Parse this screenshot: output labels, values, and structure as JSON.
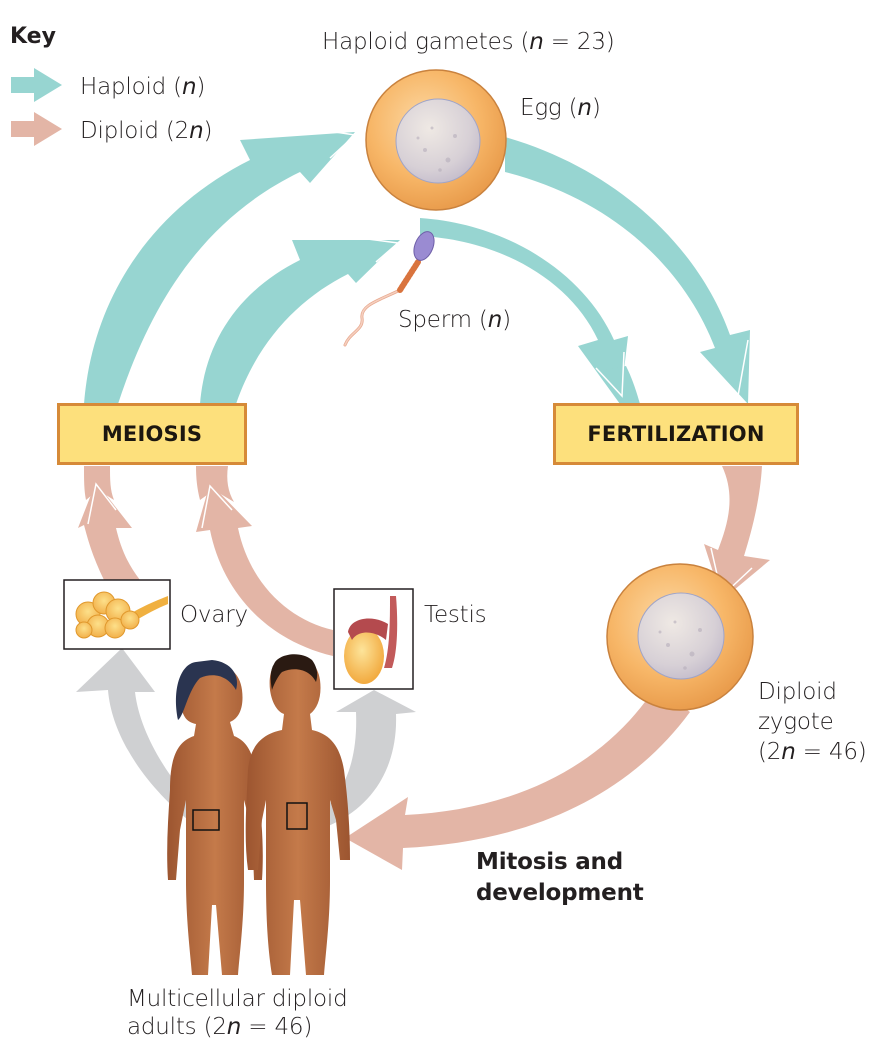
{
  "key": {
    "title": "Key",
    "items": [
      {
        "label_pre": "Haploid (",
        "label_var": "n",
        "label_post": ")",
        "color": "#97d5d1",
        "meaning": "haploid"
      },
      {
        "label_pre": "Diploid (2",
        "label_var": "n",
        "label_post": ")",
        "color": "#e3b5a6",
        "meaning": "diploid"
      }
    ]
  },
  "labels": {
    "gametes": {
      "pre": "Haploid gametes (",
      "var": "n",
      "post": " = 23)"
    },
    "egg": {
      "pre": "Egg (",
      "var": "n",
      "post": ")"
    },
    "sperm": {
      "pre": "Sperm (",
      "var": "n",
      "post": ")"
    },
    "zygote_line1": "Diploid",
    "zygote_line2": "zygote",
    "zygote_line3": {
      "pre": "(2",
      "var": "n",
      "post": " = 46)"
    },
    "ovary": "Ovary",
    "testis": "Testis",
    "mitosis_line1": "Mitosis and",
    "mitosis_line2": "development",
    "adults_line1": "Multicellular diploid",
    "adults_line2": {
      "pre": "adults (2",
      "var": "n",
      "post": " = 46)"
    }
  },
  "processes": {
    "meiosis": "MEIOSIS",
    "fertilization": "FERTILIZATION"
  },
  "colors": {
    "haploid": "#97d5d1",
    "diploid": "#e3b5a6",
    "grey_arrow": "#cfd0d2",
    "box_fill": "#fde07c",
    "box_border": "#d68a38",
    "cell_outer": "#f6b366",
    "cell_nucleus": "#d8d2dc",
    "skin": "#b8673a"
  }
}
